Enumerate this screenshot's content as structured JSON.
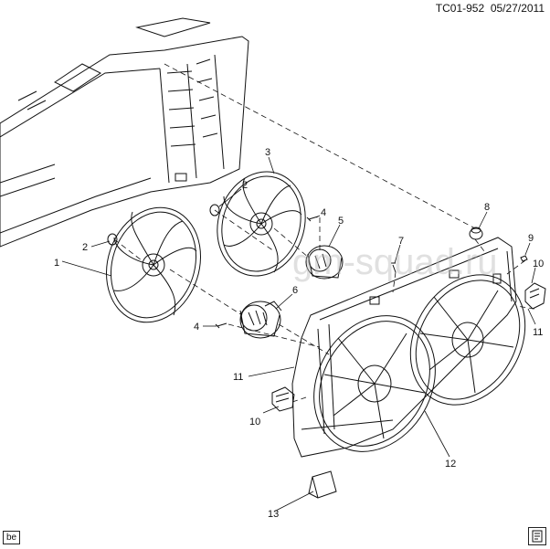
{
  "header": {
    "ref_code": "TC01-952",
    "date": "05/27/2011"
  },
  "footer": {
    "badge": "be"
  },
  "watermark": "gm-squad.ru",
  "callouts": [
    {
      "id": "c1",
      "label": "1"
    },
    {
      "id": "c2a",
      "label": "2"
    },
    {
      "id": "c2b",
      "label": "2"
    },
    {
      "id": "c3",
      "label": "3"
    },
    {
      "id": "c4a",
      "label": "4"
    },
    {
      "id": "c4b",
      "label": "4"
    },
    {
      "id": "c5",
      "label": "5"
    },
    {
      "id": "c6",
      "label": "6"
    },
    {
      "id": "c7",
      "label": "7"
    },
    {
      "id": "c8",
      "label": "8"
    },
    {
      "id": "c9",
      "label": "9"
    },
    {
      "id": "c10a",
      "label": "10"
    },
    {
      "id": "c10b",
      "label": "10"
    },
    {
      "id": "c11a",
      "label": "11"
    },
    {
      "id": "c11b",
      "label": "11"
    },
    {
      "id": "c12",
      "label": "12"
    },
    {
      "id": "c13",
      "label": "13"
    }
  ]
}
